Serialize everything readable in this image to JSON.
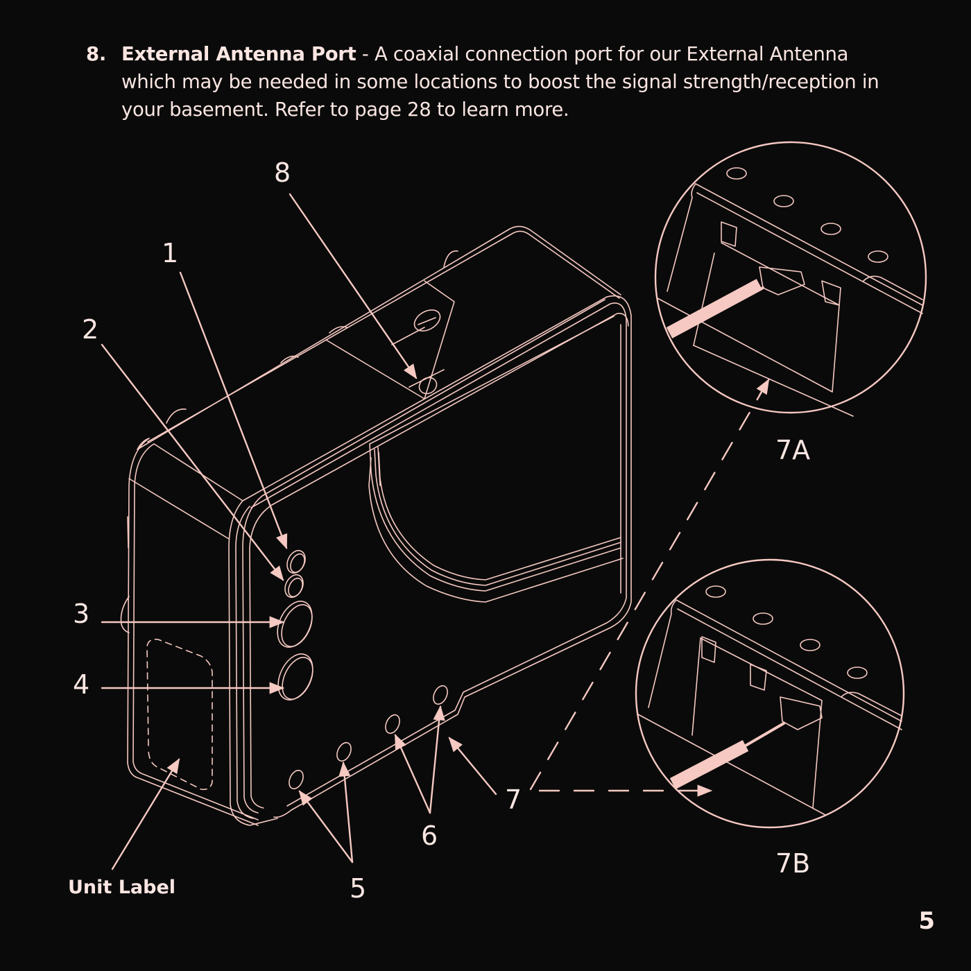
{
  "description": {
    "number": "8.",
    "term": "External Antenna Port",
    "separator": " - ",
    "text": "A coaxial connection port for our External Antenna which may be needed in some locations to boost the signal strength/reception in your basement. Refer to page 28 to learn more."
  },
  "callouts": {
    "c1": "1",
    "c2": "2",
    "c3": "3",
    "c4": "4",
    "c5": "5",
    "c6": "6",
    "c7": "7",
    "c8": "8",
    "c7a": "7A",
    "c7b": "7B"
  },
  "unit_label": "Unit Label",
  "page_number": "5",
  "colors": {
    "background": "#0a0a0a",
    "line": "#f6c9c2",
    "text": "#fbe6e2"
  }
}
